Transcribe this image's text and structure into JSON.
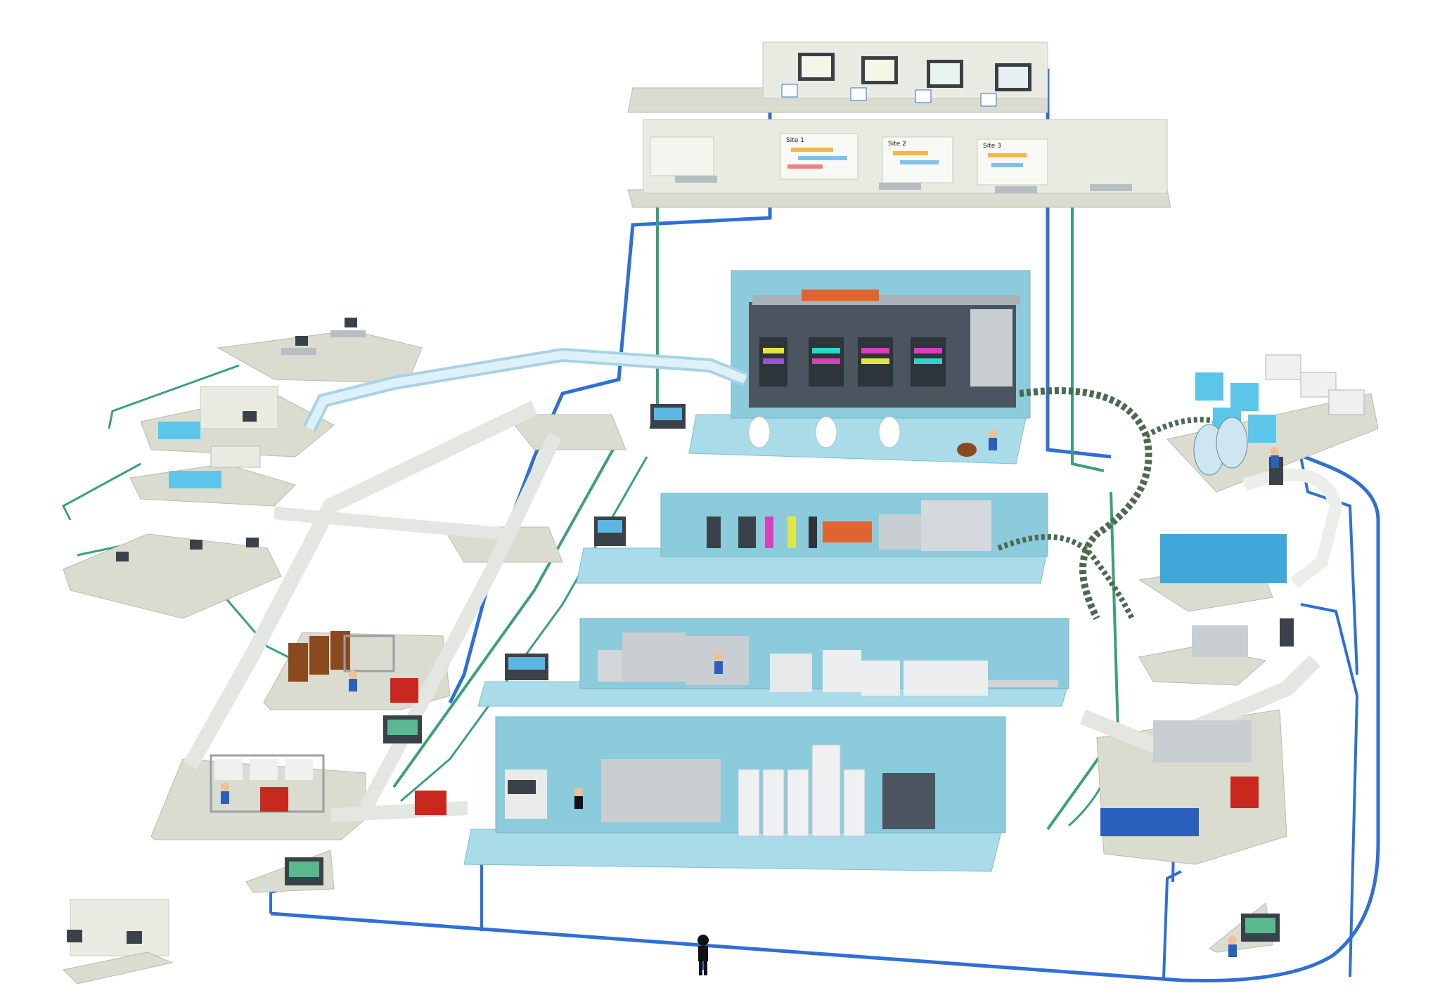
{
  "colors": {
    "floor": "#d9dccf",
    "floor_edge": "#b9bcae",
    "production_floor": "#a9dbe8",
    "production_wall": "#8ccbdc",
    "wall": "#e9ebe2",
    "network_blue": "#2f6fd6",
    "network_green": "#3aa07a",
    "conveyor": "#e4e6e2",
    "machine_grey": "#c9ced2",
    "machine_dark": "#4a5560",
    "pallet_red": "#c8281e",
    "roll_brown": "#8a4a1e"
  },
  "screens": {
    "site1": "Site 1",
    "site2": "Site 2",
    "site3": "Site 3"
  }
}
